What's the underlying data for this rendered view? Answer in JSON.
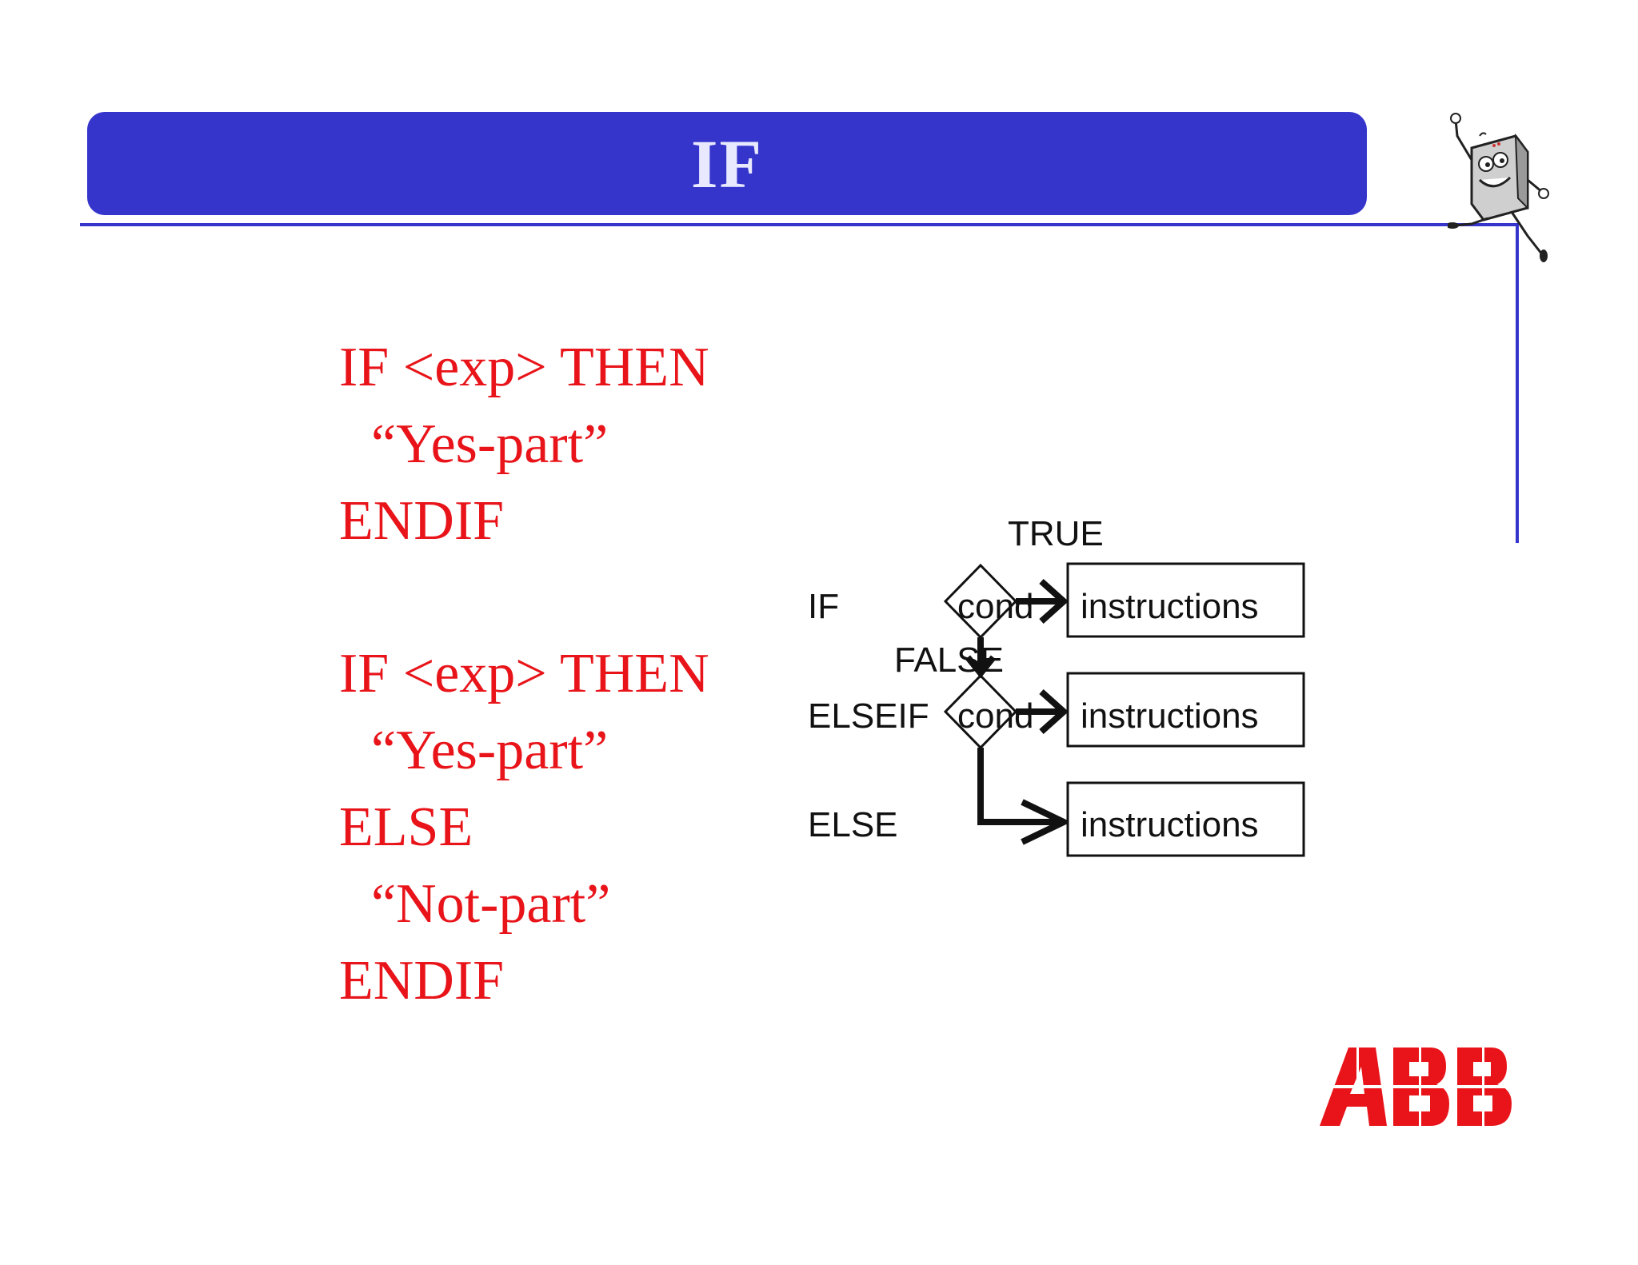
{
  "title": "IF",
  "code_blocks": [
    {
      "lines": [
        "IF <exp> THEN",
        "“Yes-part”",
        "ENDIF"
      ]
    },
    {
      "lines": [
        "IF <exp> THEN",
        "“Yes-part”",
        "ELSE",
        "“Not-part”",
        "ENDIF"
      ]
    }
  ],
  "flowchart": {
    "labels": {
      "true": "TRUE",
      "false": "FALSE",
      "if": "IF",
      "elseif": "ELSEIF",
      "else": "ELSE"
    },
    "conditions": [
      "cond",
      "cond"
    ],
    "boxes": [
      "instructions",
      "instructions",
      "instructions"
    ]
  },
  "colors": {
    "accent": "#3535cc",
    "code": "#e8141a",
    "logo": "#e8141a"
  },
  "icons": {
    "mascot": "cartoon-computer-mascot-icon",
    "logo": "abb-logo"
  }
}
